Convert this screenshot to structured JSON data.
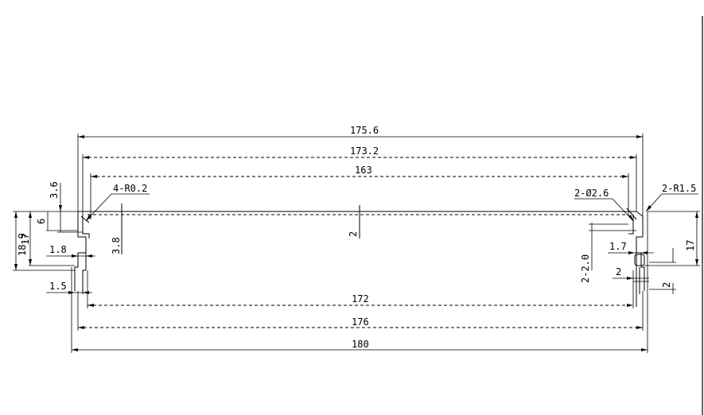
{
  "drawing": {
    "dims": {
      "overall_175_6": "175.6",
      "overall_173_2": "173.2",
      "overall_163": "163",
      "left_3_6": "3.6",
      "left_6": "6",
      "left_18_9": "18.9",
      "left_17": "17",
      "left_1_8": "1.8",
      "left_1_5": "1.5",
      "left_3_8": "3.8",
      "center_2": "2",
      "bottom_172": "172",
      "bottom_176": "176",
      "bottom_180": "180",
      "right_2_20": "2-2.0",
      "right_17": "17",
      "right_1_7": "1.7",
      "right_2a": "2",
      "right_2b": "2"
    },
    "notes": {
      "r02": "4-R0.2",
      "phi26": "2-Ø2.6",
      "r15": "2-R1.5"
    }
  }
}
